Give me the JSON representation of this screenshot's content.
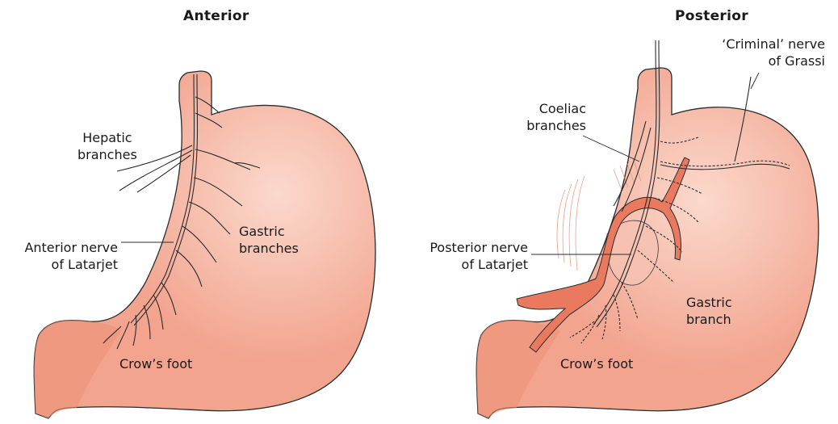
{
  "panels": {
    "anterior": {
      "title": "Anterior",
      "labels": {
        "hepatic": [
          "Hepatic",
          "branches"
        ],
        "gastric": [
          "Gastric",
          "branches"
        ],
        "latarjet": [
          "Anterior nerve",
          "of Latarjet"
        ],
        "crows_foot": "Crow’s foot"
      }
    },
    "posterior": {
      "title": "Posterior",
      "labels": {
        "criminal": [
          "‘Criminal’ nerve",
          "of Grassi"
        ],
        "coeliac": [
          "Coeliac",
          "branches"
        ],
        "latarjet": [
          "Posterior nerve",
          "of Latarjet"
        ],
        "gastric": [
          "Gastric",
          "branch"
        ],
        "crows_foot": "Crow’s foot"
      }
    }
  },
  "colors": {
    "stomach_fill": "#f2a48f",
    "stomach_light": "#fbd9cc",
    "stomach_stroke": "#2b2b2b",
    "nerve_stroke": "#2b2b2b",
    "vessel_fill": "#ea7a5f"
  }
}
